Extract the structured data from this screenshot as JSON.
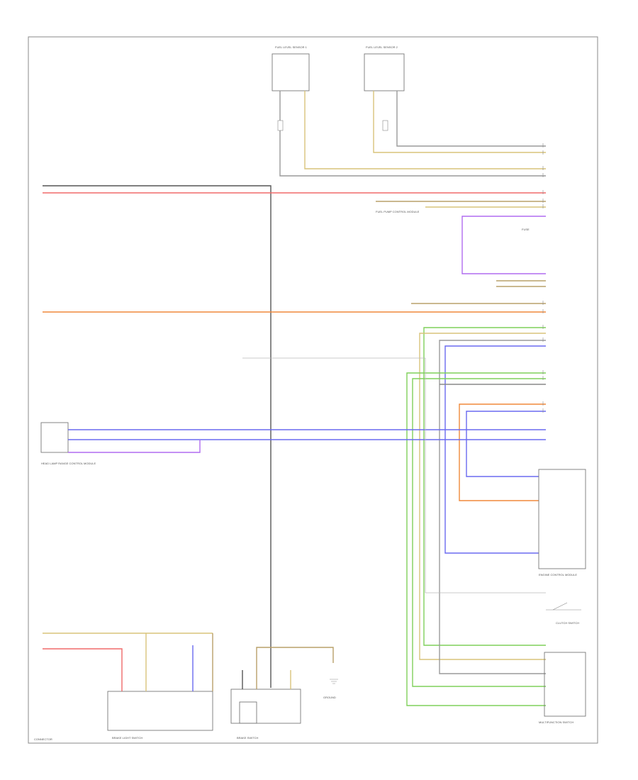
{
  "diagram": {
    "footer_code": "CONNECTOR",
    "components": {
      "top_left_sensor": "FUEL LEVEL SENSOR 1",
      "top_right_sensor": "FUEL LEVEL SENSOR 2",
      "mid_fuse": "FUSE",
      "fuel_pump_control": "FUEL PUMP CONTROL MODULE",
      "left_module": "HEAD LAMP RANGE CONTROL MODULE",
      "bottom_left_switch": "BRAKE LIGHT SWITCH",
      "bottom_mid_switch": "BRAKE SWITCH",
      "bottom_mid_ground": "GROUND",
      "right_module": "ENGINE CONTROL MODULE",
      "right_lower_switch": "CLUTCH SWITCH",
      "right_bottom_module": "MULTIFUNCTION SWITCH"
    },
    "wire_colors": {
      "gray": "#9a9a9a",
      "tan": "#d8c37a",
      "red": "#f06a6a",
      "orange": "#f0883a",
      "purple": "#b06cf0",
      "green": "#7fd05a",
      "blue": "#6a6af0",
      "brown": "#b9a06a",
      "black": "#555555"
    }
  }
}
